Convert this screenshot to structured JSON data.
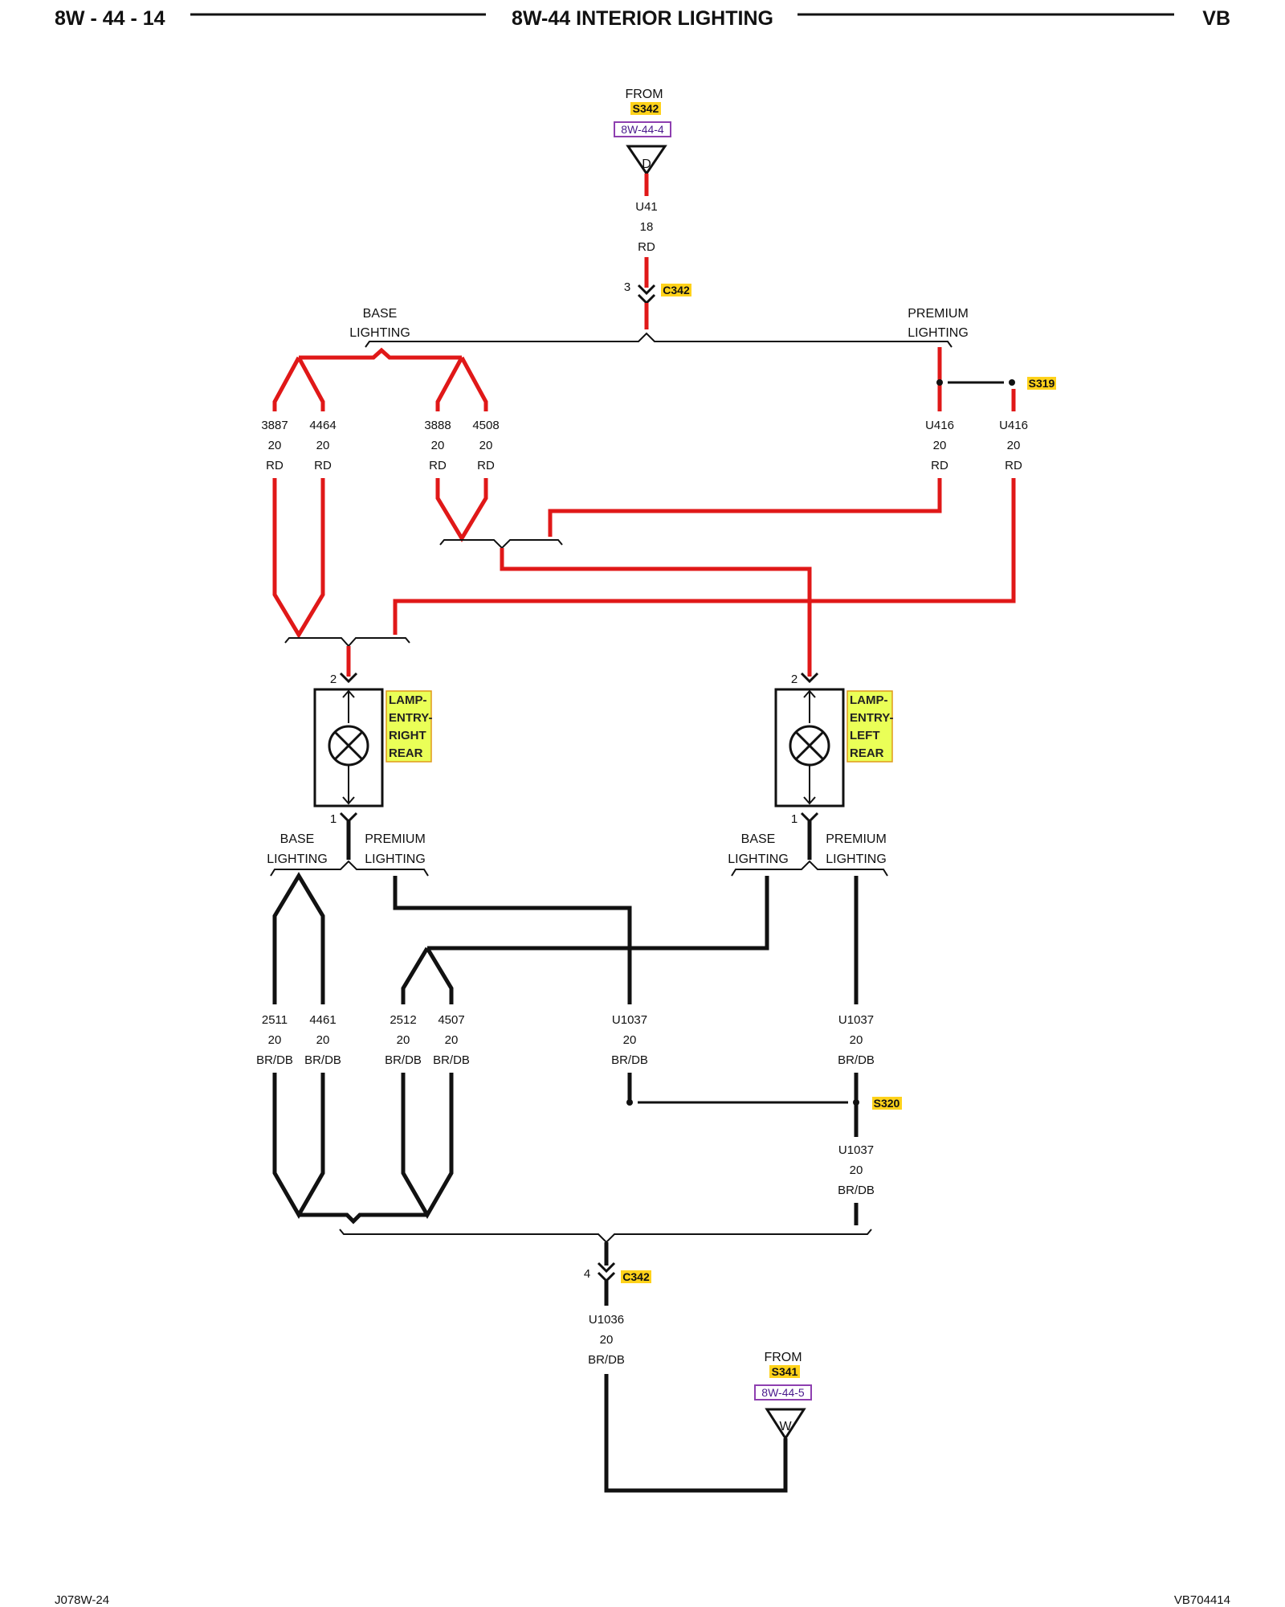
{
  "header": {
    "page_number": "8W - 44 - 14",
    "title": "8W-44 INTERIOR LIGHTING",
    "model": "VB"
  },
  "footer": {
    "left_code": "J078W-24",
    "right_code": "VB704414"
  },
  "colors": {
    "power_wire": "#e01818",
    "ground_wire": "#111111",
    "connector_highlight": "#ffd21a",
    "component_highlight": "#eaff57",
    "reference_box": "#8e3fb0"
  },
  "top_source": {
    "from": "FROM",
    "splice": "S342",
    "ref": "8W-44-4",
    "terminal": "D",
    "wire": [
      "U41",
      "18",
      "RD"
    ]
  },
  "top_connector": {
    "pin": "3",
    "name": "C342"
  },
  "top_options": {
    "base": [
      "BASE",
      "LIGHTING"
    ],
    "premium": [
      "PREMIUM",
      "LIGHTING"
    ]
  },
  "splice_s319": "S319",
  "red_wires": [
    [
      "3887",
      "20",
      "RD"
    ],
    [
      "4464",
      "20",
      "RD"
    ],
    [
      "3888",
      "20",
      "RD"
    ],
    [
      "4508",
      "20",
      "RD"
    ],
    [
      "U416",
      "20",
      "RD"
    ],
    [
      "U416",
      "20",
      "RD"
    ]
  ],
  "lamp_right": {
    "top_pin": "2",
    "bottom_pin": "1",
    "label": [
      "LAMP-",
      "ENTRY-",
      "RIGHT",
      "REAR"
    ]
  },
  "lamp_left": {
    "top_pin": "2",
    "bottom_pin": "1",
    "label": [
      "LAMP-",
      "ENTRY-",
      "LEFT",
      "REAR"
    ]
  },
  "lower_options": {
    "base": [
      "BASE",
      "LIGHTING"
    ],
    "premium": [
      "PREMIUM",
      "LIGHTING"
    ]
  },
  "black_wires": [
    [
      "2511",
      "20",
      "BR/DB"
    ],
    [
      "4461",
      "20",
      "BR/DB"
    ],
    [
      "2512",
      "20",
      "BR/DB"
    ],
    [
      "4507",
      "20",
      "BR/DB"
    ],
    [
      "U1037",
      "20",
      "BR/DB"
    ],
    [
      "U1037",
      "20",
      "BR/DB"
    ],
    [
      "U1037",
      "20",
      "BR/DB"
    ]
  ],
  "splice_s320": "S320",
  "bottom_connector": {
    "pin": "4",
    "name": "C342"
  },
  "bottom_wire": [
    "U1036",
    "20",
    "BR/DB"
  ],
  "bottom_source": {
    "from": "FROM",
    "splice": "S341",
    "ref": "8W-44-5",
    "terminal": "W"
  }
}
